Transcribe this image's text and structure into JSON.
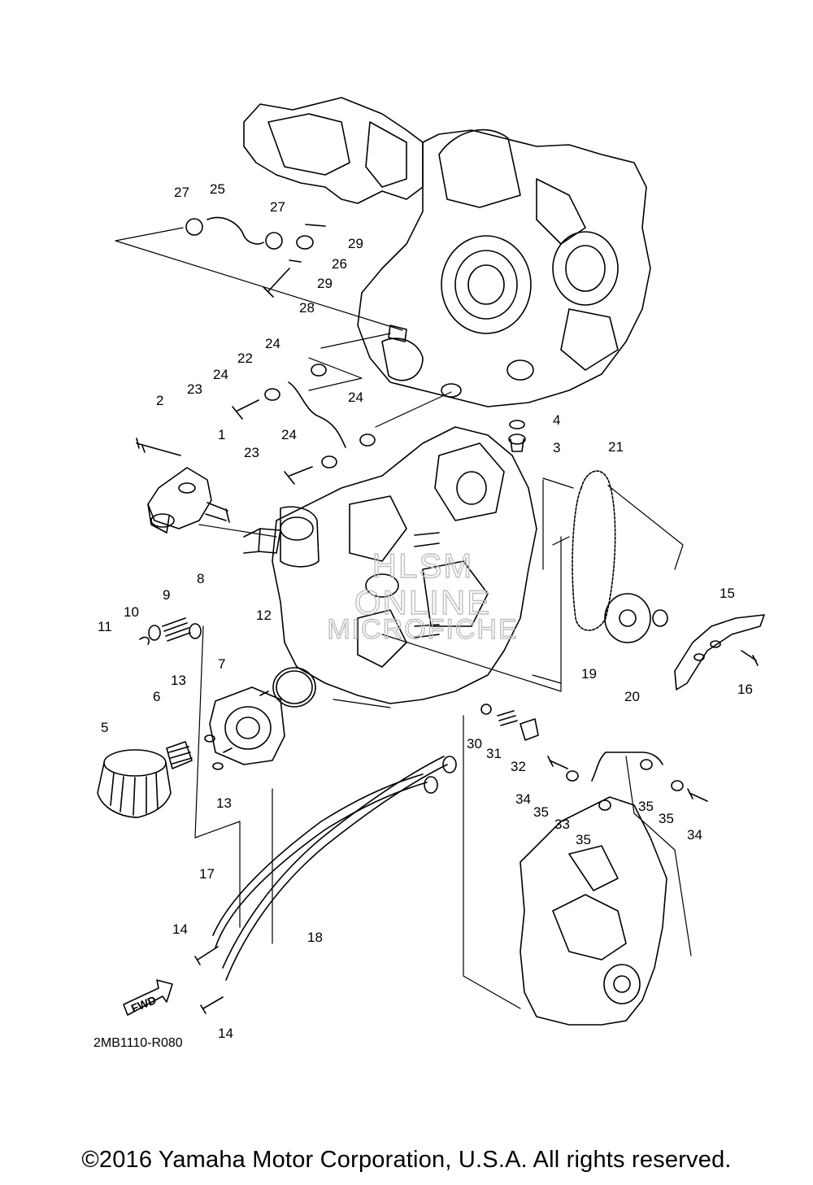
{
  "callouts": [
    "1",
    "2",
    "3",
    "4",
    "5",
    "6",
    "7",
    "8",
    "9",
    "10",
    "11",
    "12",
    "13",
    "13",
    "14",
    "14",
    "15",
    "16",
    "17",
    "18",
    "19",
    "20",
    "21",
    "22",
    "23",
    "23",
    "24",
    "24",
    "24",
    "24",
    "25",
    "26",
    "27",
    "27",
    "28",
    "29",
    "29",
    "30",
    "31",
    "32",
    "33",
    "34",
    "34",
    "35",
    "35",
    "35",
    "35"
  ],
  "drawing_code": "2MB1110-R080",
  "fwd_label": "FWD",
  "watermark": [
    "HLSM",
    "ONLINE",
    "MICROFICHE"
  ],
  "copyright": "©2016 Yamaha Motor Corporation, U.S.A. All rights reserved."
}
